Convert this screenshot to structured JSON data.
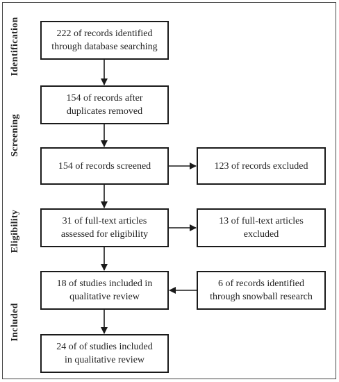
{
  "stages": {
    "identification": "Identification",
    "screening": "Screening",
    "eligibility": "Eligibility",
    "included": "Included"
  },
  "boxes": {
    "identified": "222 of records identified\nthrough database searching",
    "after_duplicates": "154 of records after\nduplicates removed",
    "screened": "154 of records screened",
    "excluded": "123 of records excluded",
    "fulltext_assessed": "31 of full-text articles\nassessed for eligibility",
    "fulltext_excluded": "13 of full-text articles\nexcluded",
    "studies_included": "18 of studies included in\nqualitative review",
    "snowball": "6 of records identified\nthrough snowball research",
    "final_included": "24 of of studies included\nin qualitative review"
  },
  "colors": {
    "line": "#1a1a1a",
    "text": "#222222"
  }
}
